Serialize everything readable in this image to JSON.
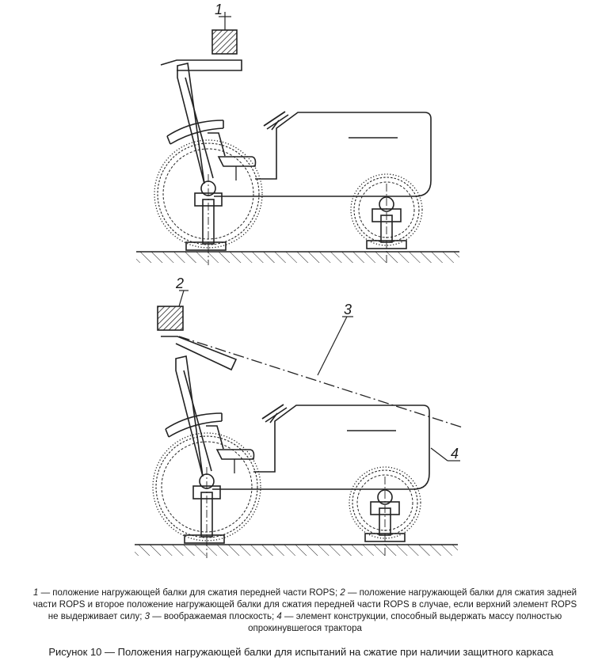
{
  "callouts": {
    "one": "1",
    "two": "2",
    "three": "3",
    "four": "4"
  },
  "legend": {
    "n1": "1",
    "t1": " — положение нагружающей балки для сжатия передней части ROPS; ",
    "n2": "2",
    "t2": " — положение нагружающей балки для сжатия задней части ROPS и второе положение нагружающей балки для сжатия передней части ROPS в случае, если верхний элемент ROPS не выдерживает силу; ",
    "n3": "3",
    "t3": " — воображаемая плоскость; ",
    "n4": "4",
    "t4": " — элемент конструкции, способный выдержать массу полностью опрокинувшегося трактора"
  },
  "figure_title": "Рисунок 10 — Положения нагружающей балки для испытаний на сжатие при наличии защитного каркаса"
}
